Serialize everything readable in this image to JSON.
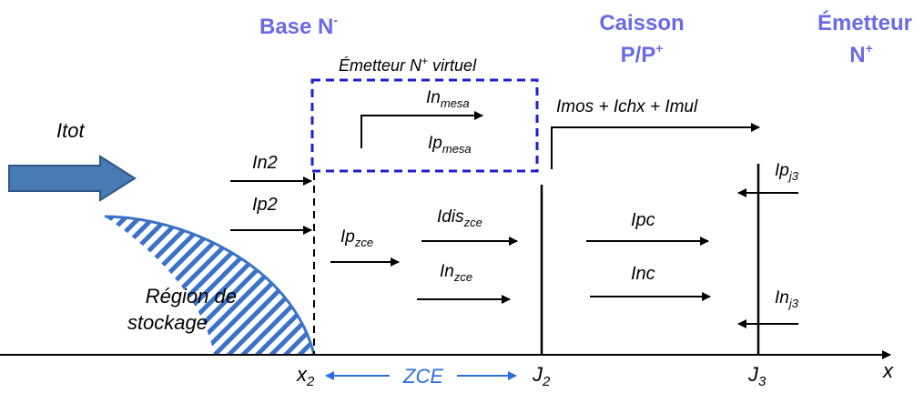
{
  "headers": {
    "base": {
      "text": "Base N",
      "sup": "-"
    },
    "caisson_line1": "Caisson",
    "caisson_line2": {
      "text": "P/P",
      "sup": "+"
    },
    "emetteur_line1": "Émetteur",
    "emetteur_line2": {
      "text": "N",
      "sup": "+"
    }
  },
  "mesa_box": {
    "text": "Émetteur N",
    "sup": "+",
    "text2": " virtuel"
  },
  "currents": {
    "itot": "Itot",
    "in2": "In2",
    "ip2": "Ip2",
    "ip_zce": {
      "base": "Ip",
      "sub": "zce"
    },
    "idis_zce": {
      "base": "Idis",
      "sub": "zce"
    },
    "in_zce": {
      "base": "In",
      "sub": "zce"
    },
    "in_mesa": {
      "base": "In",
      "sub": "mesa"
    },
    "ip_mesa": {
      "base": "Ip",
      "sub": "mesa"
    },
    "imos": "Imos + Ichx + Imul",
    "ipc": "Ipc",
    "inc": "Inc",
    "ip_j3": {
      "base": "Ip",
      "sub": "j3"
    },
    "in_j3": {
      "base": "In",
      "sub": "j3"
    }
  },
  "region": {
    "line1": "Région de",
    "line2": "stockage"
  },
  "axis": {
    "x_label": "x",
    "x2": {
      "base": "x",
      "sub": "2"
    },
    "zce": "ZCE",
    "j2": {
      "base": "J",
      "sub": "2"
    },
    "j3": {
      "base": "J",
      "sub": "3"
    }
  },
  "colors": {
    "header_blue": "#6a6ae6",
    "mesa_blue": "#1f1fcf",
    "arrow_fill": "#4a7ab5",
    "arrow_stroke": "#2e5585",
    "hatch": "#3a72c8",
    "zce_blue": "#2a6fe0"
  }
}
